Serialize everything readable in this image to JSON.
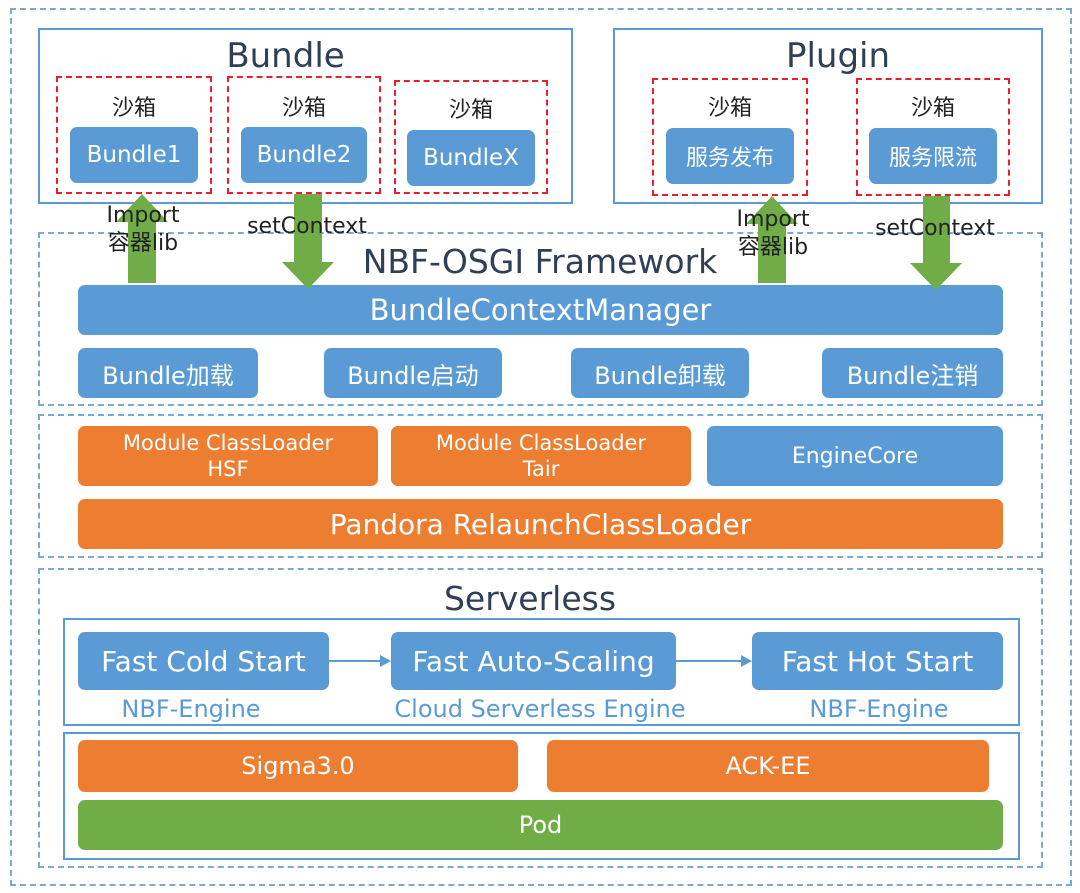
{
  "top": {
    "bundle_title": "Bundle",
    "plugin_title": "Plugin",
    "sandbox_label": "沙箱",
    "bundles": [
      "Bundle1",
      "Bundle2",
      "BundleX"
    ],
    "plugins": [
      "服务发布",
      "服务限流"
    ]
  },
  "arrows": {
    "import_line1": "Import",
    "import_line2": "容器lib",
    "set_context": "setContext"
  },
  "framework": {
    "title": "NBF-OSGI Framework",
    "manager": "BundleContextManager",
    "ops": [
      "Bundle加载",
      "Bundle启动",
      "Bundle卸载",
      "Bundle注销"
    ]
  },
  "loader": {
    "hsf_line1": "Module ClassLoader",
    "hsf_line2": "HSF",
    "tair_line1": "Module ClassLoader",
    "tair_line2": "Tair",
    "engine_core": "EngineCore",
    "pandora": "Pandora RelaunchClassLoader"
  },
  "serverless": {
    "title": "Serverless",
    "stages": [
      "Fast Cold Start",
      "Fast Auto-Scaling",
      "Fast Hot Start"
    ],
    "engines": [
      "NBF-Engine",
      "Cloud Serverless Engine",
      "NBF-Engine"
    ],
    "sigma": "Sigma3.0",
    "ack": "ACK-EE",
    "pod": "Pod"
  },
  "colors": {
    "blue": "#5b9bd5",
    "orange": "#ed7d31",
    "green_bar": "#70ad47",
    "arrow_green": "#70ad47",
    "sandbox_border": "#e8202a",
    "dashed_border": "#7aaad4"
  }
}
